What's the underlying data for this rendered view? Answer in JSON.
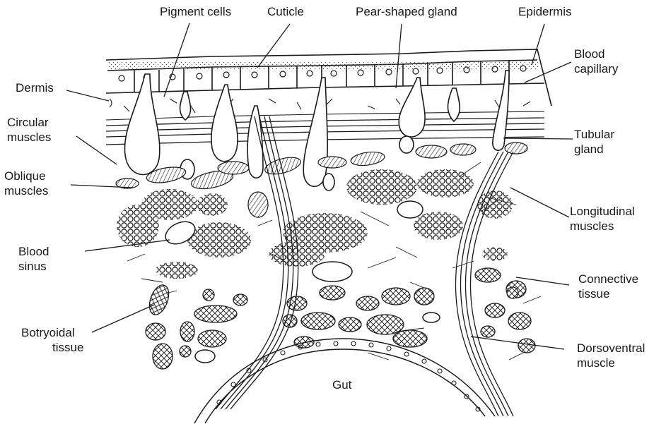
{
  "labels": {
    "pigment_cells": "Pigment cells",
    "cuticle": "Cuticle",
    "pear_shaped_gland": "Pear-shaped gland",
    "epidermis": "Epidermis",
    "blood_capillary": [
      "Blood",
      "capillary"
    ],
    "dermis": "Dermis",
    "circular_muscles": [
      "Circular",
      "muscles"
    ],
    "tubular_gland": [
      "Tubular",
      "gland"
    ],
    "oblique_muscles": [
      "Oblique",
      "muscles"
    ],
    "longitudinal_muscles": [
      "Longitudinal",
      "muscles"
    ],
    "blood_sinus": [
      "Blood",
      "sinus"
    ],
    "connective_tissue": [
      "Connective",
      "tissue"
    ],
    "botryoidal_tissue": [
      "Botryoidal",
      "tissue"
    ],
    "dorsoventral_muscle": [
      "Dorsoventral",
      "muscle"
    ],
    "gut": "Gut"
  },
  "colors": {
    "ink": "#1a1a1a",
    "stipple": "#555555",
    "background": "#ffffff"
  }
}
